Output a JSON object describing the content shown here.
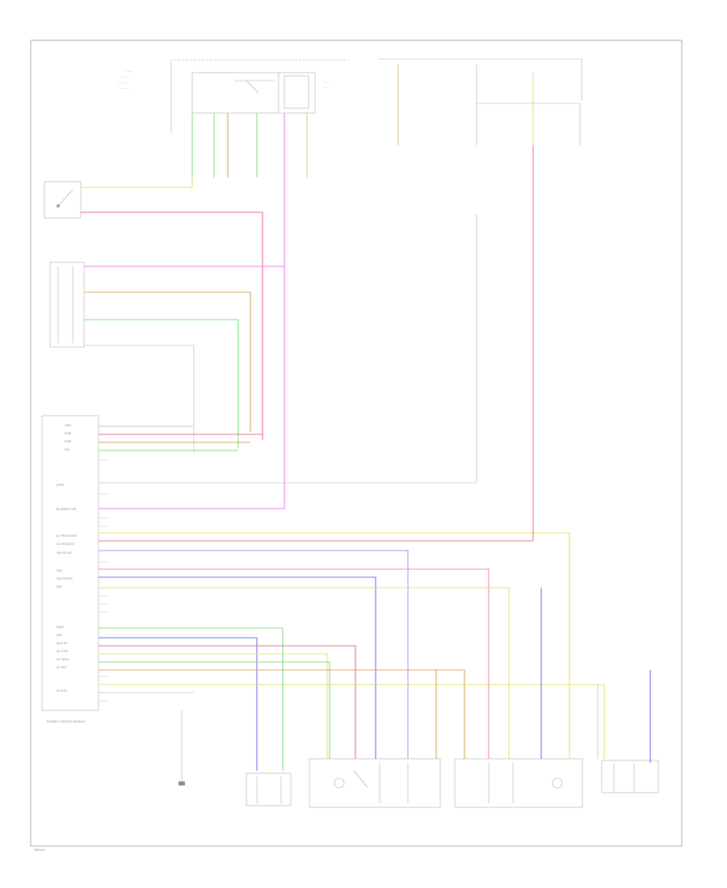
{
  "diagram": {
    "page_code": "W60016",
    "ecm_name": "ENGINE CONTROL MODULE",
    "ecm_pins": [
      "GND",
      "PWR",
      "PWR",
      "KAL",
      "APPS",
      "BLOWER CTRL",
      "AC PRESSURE",
      "AC REQUEST",
      "FAN RELAY",
      "FAN",
      "FAN SPEED",
      "REV",
      "MAIN",
      "APP",
      "IDLE UP",
      "AC CTRL",
      "AC SENS",
      "AC REF",
      "AC RTN"
    ]
  },
  "colors": {
    "yellow": "#e8e070",
    "pink": "#ee6f8a",
    "magenta": "#ee7ee8",
    "green": "#7fe07f",
    "orange": "#d8a45c",
    "tan": "#d9c58a",
    "blue": "#6f6fee",
    "violet": "#b98cee",
    "salmon": "#ee9090",
    "gray": "#bbbbbb"
  }
}
